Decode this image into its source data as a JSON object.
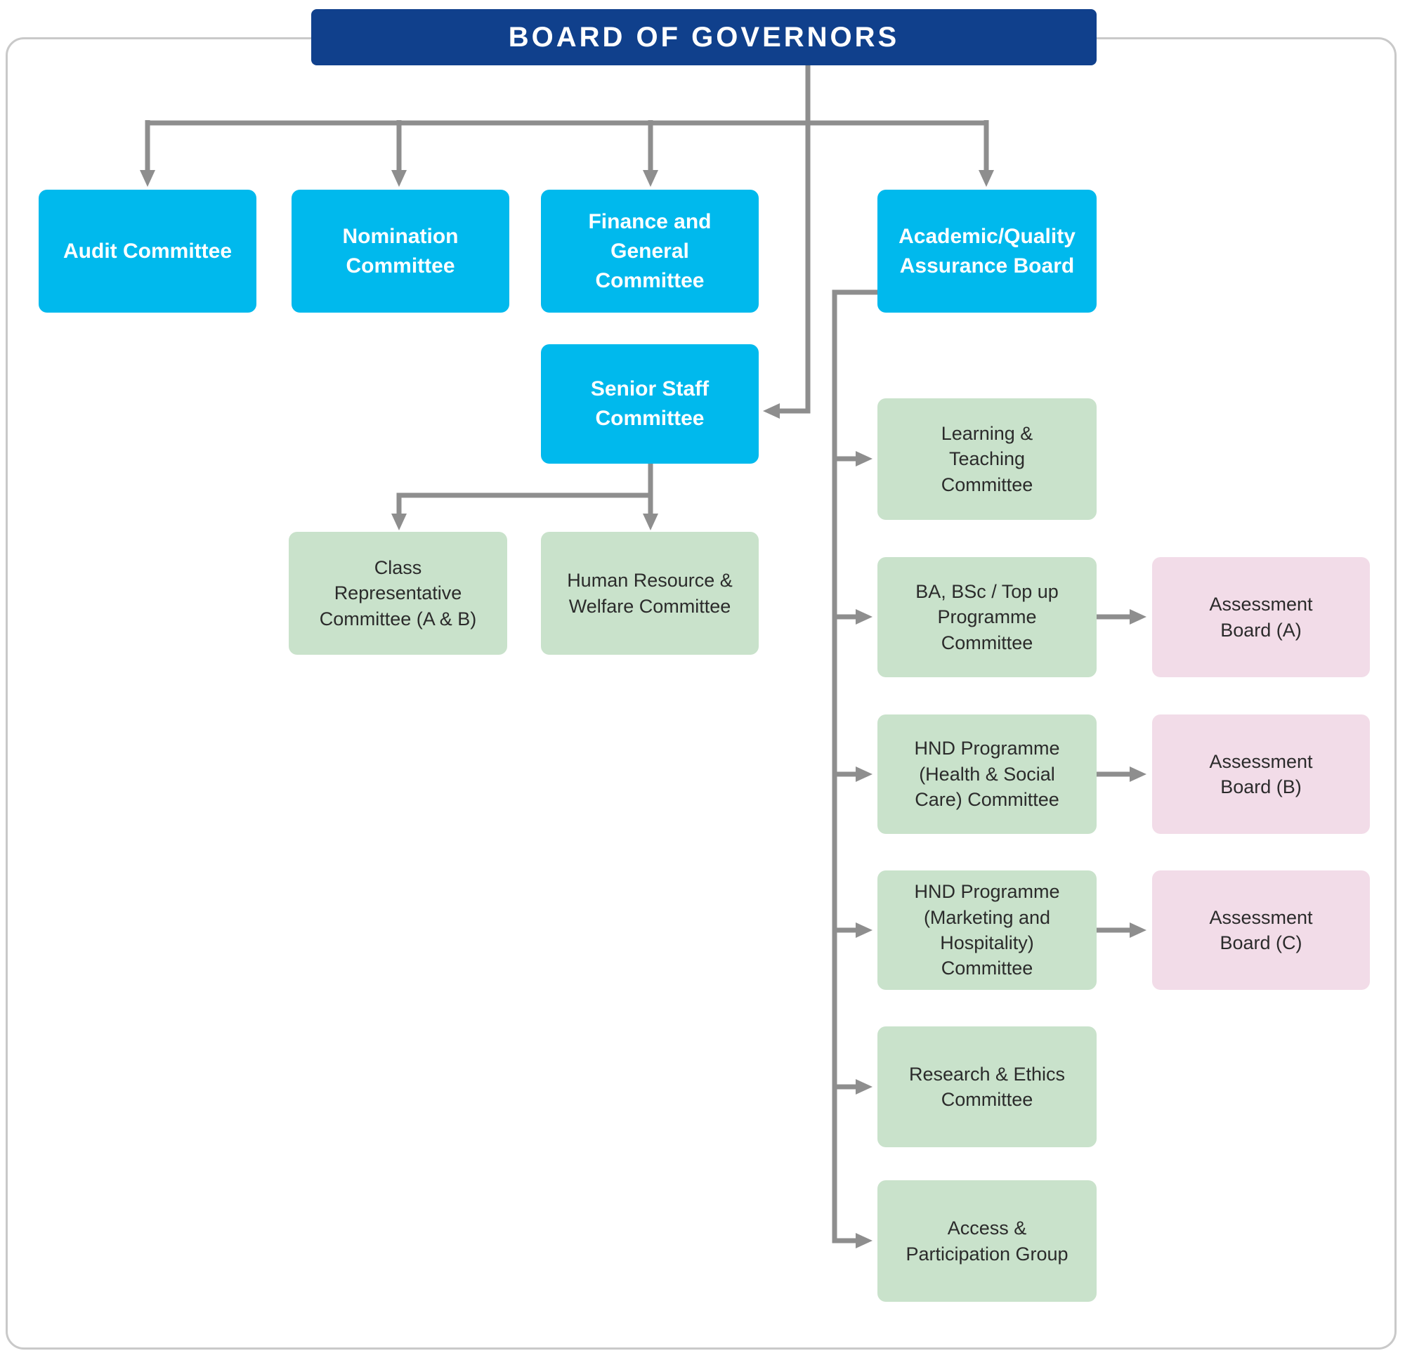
{
  "header": {
    "label": "BOARD OF GOVERNORS"
  },
  "colors": {
    "header_bg": "#10408c",
    "committee_blue": "#00b9ed",
    "committee_green": "#c9e2cb",
    "assessment_pink": "#f2dce8",
    "connector_gray": "#8e8e8e",
    "frame_border": "#c9c9c9"
  },
  "top_committees": [
    {
      "label": "Audit Committee"
    },
    {
      "label": "Nomination\nCommittee"
    },
    {
      "label": "Finance and\nGeneral\nCommittee"
    },
    {
      "label": "Academic/Quality\nAssurance Board"
    }
  ],
  "senior_staff": {
    "label": "Senior Staff\nCommittee"
  },
  "senior_staff_children": [
    {
      "label": "Class\nRepresentative\nCommittee (A & B)"
    },
    {
      "label": "Human Resource &\nWelfare Committee"
    }
  ],
  "academic_board_children": [
    {
      "label": "Learning &\nTeaching\nCommittee"
    },
    {
      "label": "BA, BSc / Top up\nProgramme\nCommittee",
      "assessment_board": "Assessment\nBoard (A)"
    },
    {
      "label": "HND Programme\n(Health & Social\nCare) Committee",
      "assessment_board": "Assessment\nBoard (B)"
    },
    {
      "label": "HND Programme\n(Marketing and\nHospitality)\nCommittee",
      "assessment_board": "Assessment\nBoard (C)"
    },
    {
      "label": "Research & Ethics\nCommittee"
    },
    {
      "label": "Access &\nParticipation Group"
    }
  ]
}
